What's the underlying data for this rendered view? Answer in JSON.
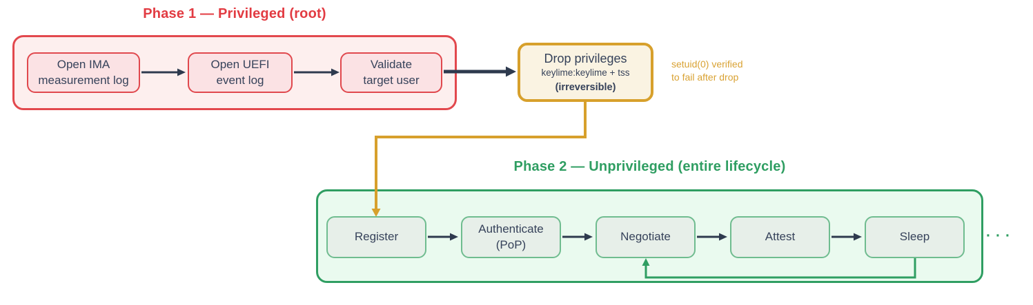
{
  "colors": {
    "red_accent": "#e23b42",
    "red_border": "#e0484d",
    "pink_container_fill": "#fdefee",
    "pink_node_fill": "#fbe2e4",
    "gold_accent": "#d7a02c",
    "cream_fill": "#faf3e2",
    "green_accent": "#2f9e62",
    "green_container_fill": "#eafaef",
    "green_node_fill": "#e7efe9",
    "green_node_border": "#6fbc8f",
    "navy_text": "#36425a",
    "navy_arrow": "#2e3a4e"
  },
  "phase1": {
    "title": "Phase 1 — Privileged (root)",
    "nodes": [
      {
        "label": "Open IMA\nmeasurement log"
      },
      {
        "label": "Open UEFI\nevent log"
      },
      {
        "label": "Validate\ntarget user"
      }
    ]
  },
  "transition": {
    "title": "Drop privileges",
    "subtitle": "keylime:keylime + tss",
    "emphasis": "(irreversible)",
    "note": "setuid(0) verified\nto fail after drop"
  },
  "phase2": {
    "title": "Phase 2 — Unprivileged (entire lifecycle)",
    "nodes": [
      {
        "label": "Register"
      },
      {
        "label": "Authenticate\n(PoP)"
      },
      {
        "label": "Negotiate"
      },
      {
        "label": "Attest"
      },
      {
        "label": "Sleep"
      }
    ],
    "continuation": "···"
  }
}
